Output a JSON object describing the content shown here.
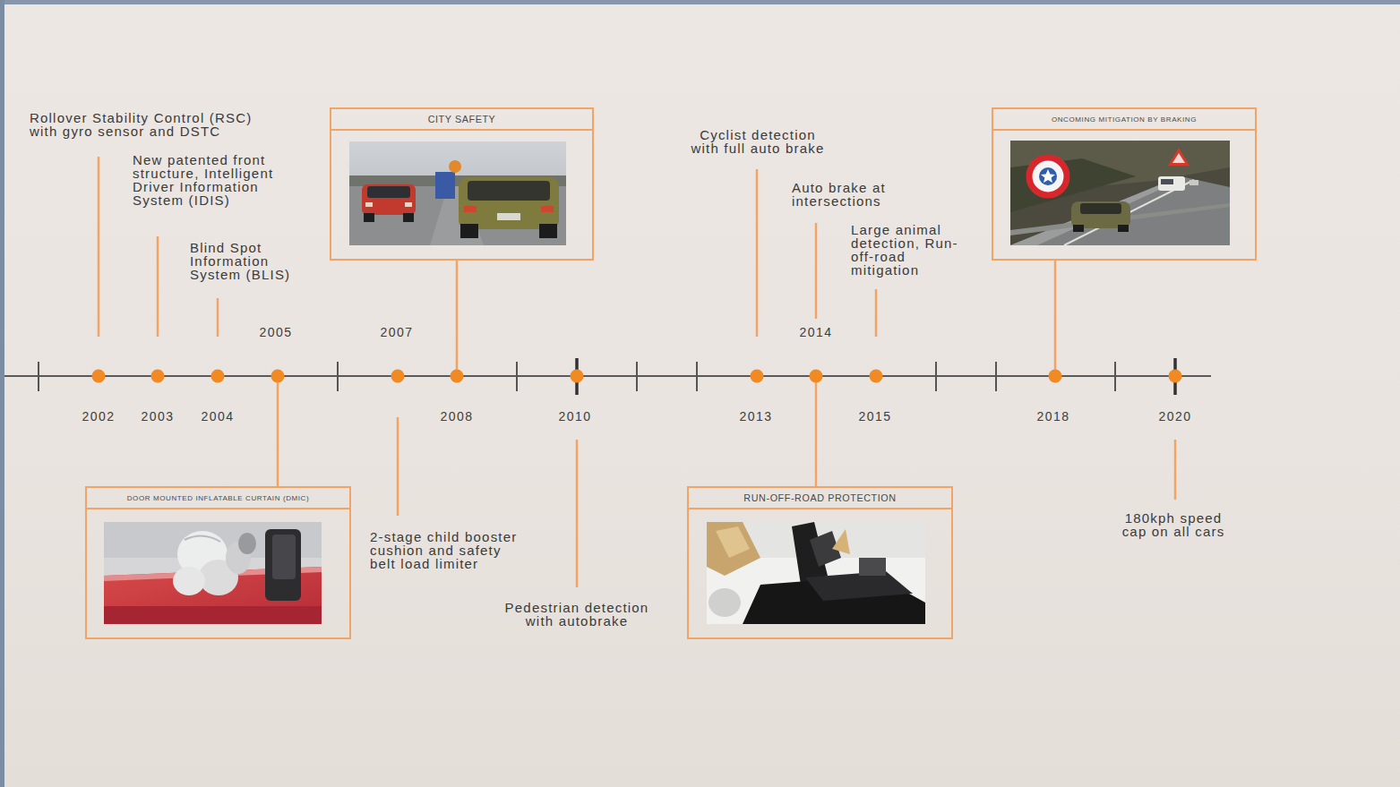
{
  "diagram": {
    "nodes": [
      {
        "text": [
          "CITY SAFETY"
        ]
      },
      {
        "text": [
          "ONCOMING MITIGATION BY BRAKING"
        ]
      },
      {
        "text": [
          "DOOR MOUNTED INFLATABLE CURTAIN (DMIC)"
        ]
      },
      {
        "text": [
          "RUN-OFF-ROAD PROTECTION"
        ]
      }
    ],
    "edges": [],
    "labels": [
      "Rollover Stability Control (RSC) with gyro sensor and DSTC",
      "New patented front structure, Intelligent Driver Information System (IDIS)",
      "Blind Spot Information System (BLIS)",
      "Cyclist detection with full auto brake",
      "Auto brake at intersections",
      "Large animal detection, Run-off-road mitigation",
      "2005",
      "2007",
      "2014",
      "2002",
      "2003",
      "2004",
      "2008",
      "2010",
      "2013",
      "2015",
      "2018",
      "2020",
      "2-stage child booster cushion and safety belt load limiter",
      "Pedestrian detection with autobrake",
      "180kph speed cap on all cars"
    ]
  }
}
